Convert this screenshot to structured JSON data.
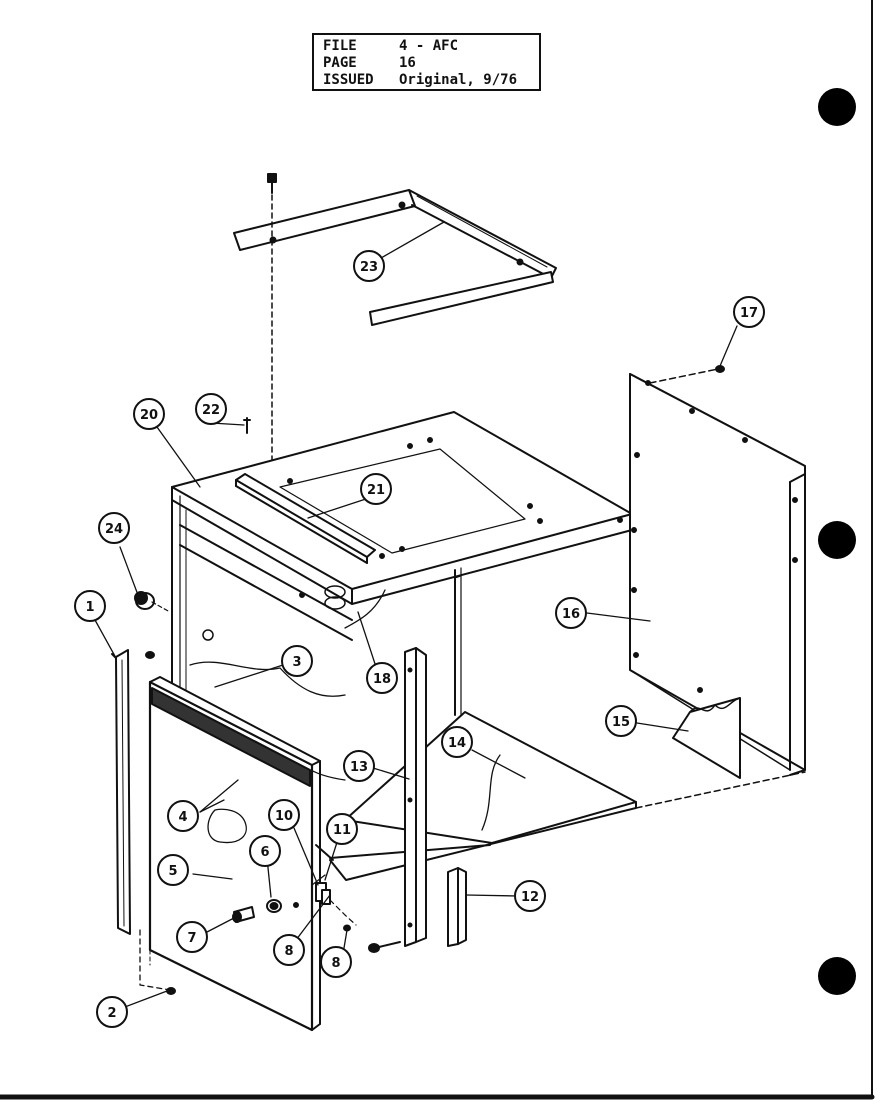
{
  "header": {
    "rows": [
      {
        "key": "FILE",
        "value": "4 - AFC"
      },
      {
        "key": "PAGE",
        "value": "16"
      },
      {
        "key": "ISSUED",
        "value": "Original, 9/76"
      }
    ]
  },
  "callouts": {
    "c1": "1",
    "c2": "2",
    "c3": "3",
    "c4": "4",
    "c5": "5",
    "c6": "6",
    "c7": "7",
    "c8a": "8",
    "c8b": "8",
    "c10": "10",
    "c11": "11",
    "c12": "12",
    "c13": "13",
    "c14": "14",
    "c15": "15",
    "c16": "16",
    "c17": "17",
    "c18": "18",
    "c20": "20",
    "c21": "21",
    "c22": "22",
    "c23": "23",
    "c24": "24"
  }
}
